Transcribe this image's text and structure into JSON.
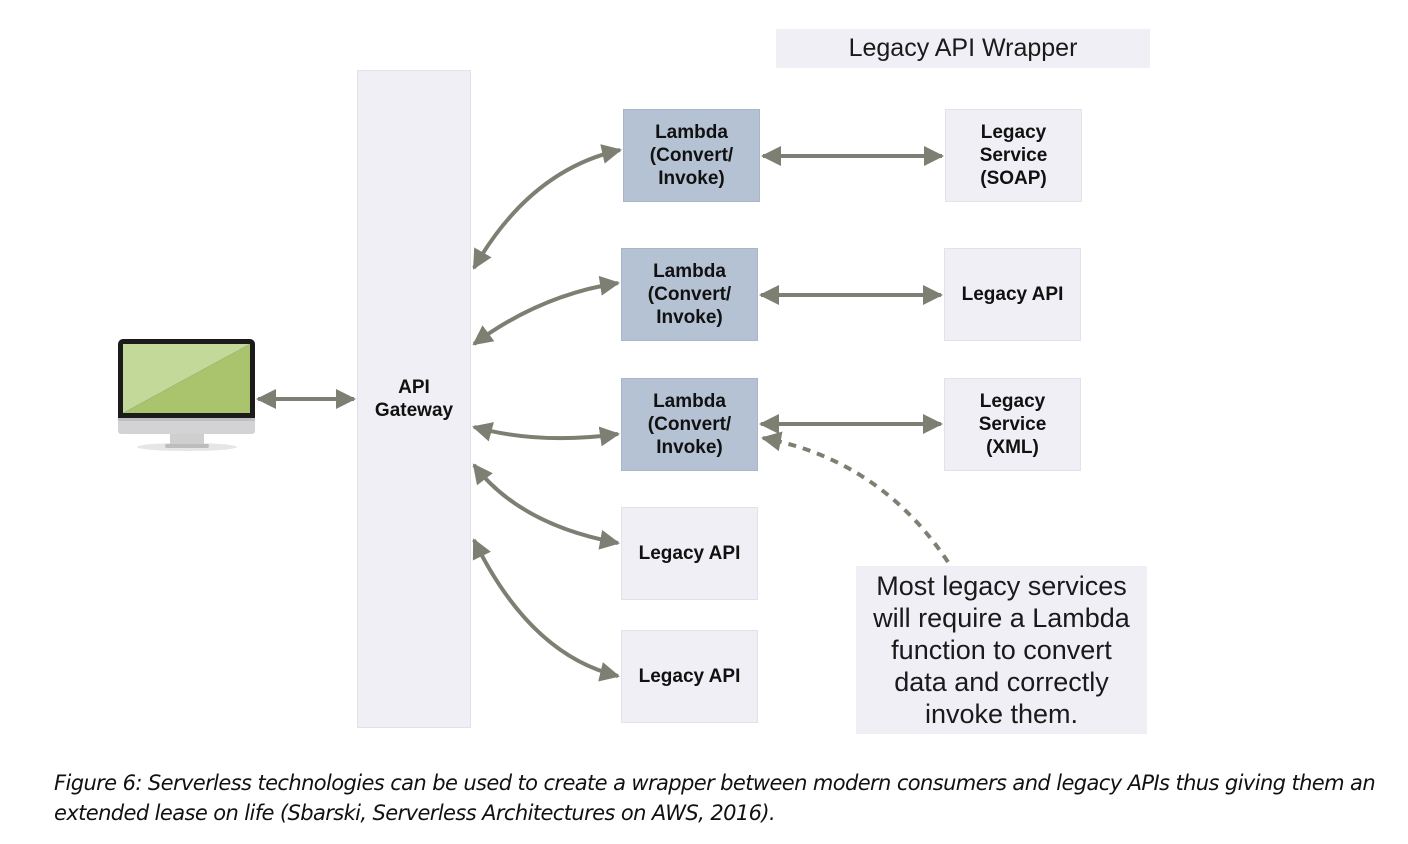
{
  "diagram": {
    "title": "Legacy API Wrapper",
    "client": {
      "icon": "desktop-monitor-icon",
      "label": ""
    },
    "gateway": {
      "label": "API\nGateway"
    },
    "lambdas": [
      {
        "label": "Lambda\n(Convert/\nInvoke)"
      },
      {
        "label": "Lambda\n(Convert/\nInvoke)"
      },
      {
        "label": "Lambda\n(Convert/\nInvoke)"
      }
    ],
    "legacy_targets": [
      {
        "label": "Legacy\nService\n(SOAP)"
      },
      {
        "label": "Legacy API"
      },
      {
        "label": "Legacy\nService\n(XML)"
      }
    ],
    "direct_legacy": [
      {
        "label": "Legacy API"
      },
      {
        "label": "Legacy API"
      }
    ],
    "note": "Most legacy services will require a Lambda function to convert data and correctly invoke them.",
    "colors": {
      "arrow": "#7d7f72",
      "lambda_fill": "#b5c2d4",
      "box_fill": "#efeff5",
      "screen_green": "#a9c46c"
    }
  },
  "caption": "Figure 6: Serverless technologies can be used to create a wrapper between modern consumers and legacy APIs thus giving them an extended lease on life (Sbarski, Serverless Architectures on AWS, 2016)."
}
